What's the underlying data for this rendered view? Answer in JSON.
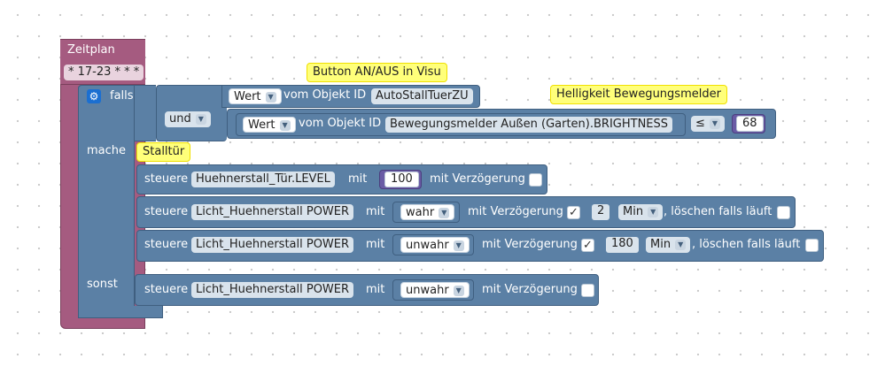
{
  "schedule": {
    "title": "Zeitplan",
    "cron": "* 17-23 * * *"
  },
  "if_block": {
    "label_if": "falls",
    "label_do": "mache",
    "label_else": "sonst",
    "and_label": "und"
  },
  "condition1": {
    "dropdown": "Wert",
    "text": "vom Objekt ID",
    "object_id": "AutoStallTuerZU"
  },
  "condition2": {
    "dropdown": "Wert",
    "text": "vom Objekt ID",
    "object_id": "Bewegungsmelder Außen (Garten).BRIGHTNESS",
    "operator": "≤",
    "value": "68"
  },
  "comments": {
    "c1": "Button AN/AUS in Visu",
    "c2": "Helligkeit Bewegungsmelder",
    "c3": "Stalltür"
  },
  "statements": {
    "s1": {
      "control": "steuere",
      "target": "Huehnerstall_Tür.LEVEL",
      "with": "mit",
      "value": "100",
      "delay_label": "mit Verzögerung"
    },
    "s2": {
      "control": "steuere",
      "target": "Licht_Huehnerstall POWER",
      "with": "mit",
      "value": "wahr",
      "delay_label": "mit Verzögerung",
      "delay_checked": "✓",
      "delay_value": "2",
      "unit": "Min",
      "clear_label": ", löschen falls läuft"
    },
    "s3": {
      "control": "steuere",
      "target": "Licht_Huehnerstall POWER",
      "with": "mit",
      "value": "unwahr",
      "delay_label": "mit Verzögerung",
      "delay_checked": "✓",
      "delay_value": "180",
      "unit": "Min",
      "clear_label": ", löschen falls läuft"
    },
    "s4": {
      "control": "steuere",
      "target": "Licht_Huehnerstall POWER",
      "with": "mit",
      "value": "unwahr",
      "delay_label": "mit Verzögerung"
    }
  },
  "icons": {
    "gear": "gear-icon",
    "dropdown": "▼"
  },
  "colors": {
    "schedule": "#a55b80",
    "logic": "#5b80a5",
    "number": "#6a5ba5",
    "comment": "#ffff7a"
  }
}
